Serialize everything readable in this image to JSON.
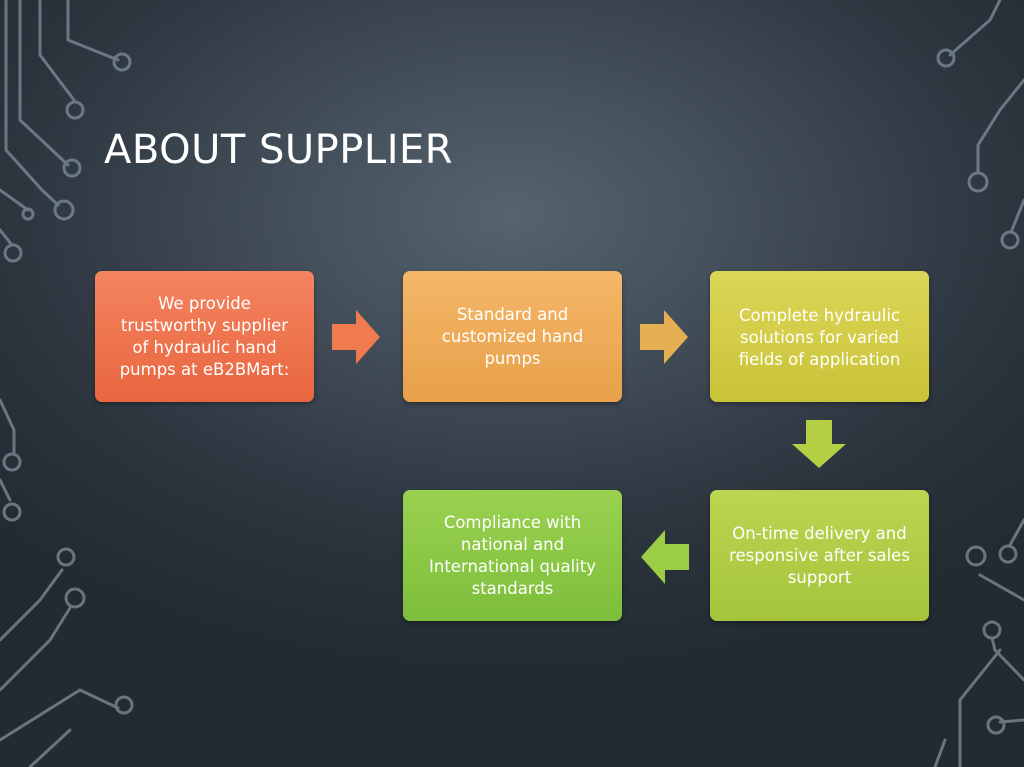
{
  "slide": {
    "title": "ABOUT SUPPLIER"
  },
  "flow": {
    "steps": [
      {
        "lines": [
          "We provide",
          "trustworthy supplier",
          "of hydraulic hand",
          "pumps at eB2BMart:"
        ],
        "color": "#ec7147"
      },
      {
        "lines": [
          "Standard and",
          "customized hand",
          "pumps"
        ],
        "color": "#eeac55"
      },
      {
        "lines": [
          "Complete hydraulic",
          "solutions for varied",
          "fields of application"
        ],
        "color": "#d2cc45"
      },
      {
        "lines": [
          "On-time delivery and",
          "responsive after sales",
          "support"
        ],
        "color": "#afcb45"
      },
      {
        "lines": [
          "Compliance with",
          "national and",
          "International quality",
          "standards"
        ],
        "color": "#88c644"
      }
    ],
    "arrow_colors": [
      "#f07b4e",
      "#e4b052",
      "#b5cf45",
      "#9ccd47"
    ]
  },
  "theme": {
    "background": "#3e4954",
    "circuit_line_color": "#7f8f9a"
  }
}
